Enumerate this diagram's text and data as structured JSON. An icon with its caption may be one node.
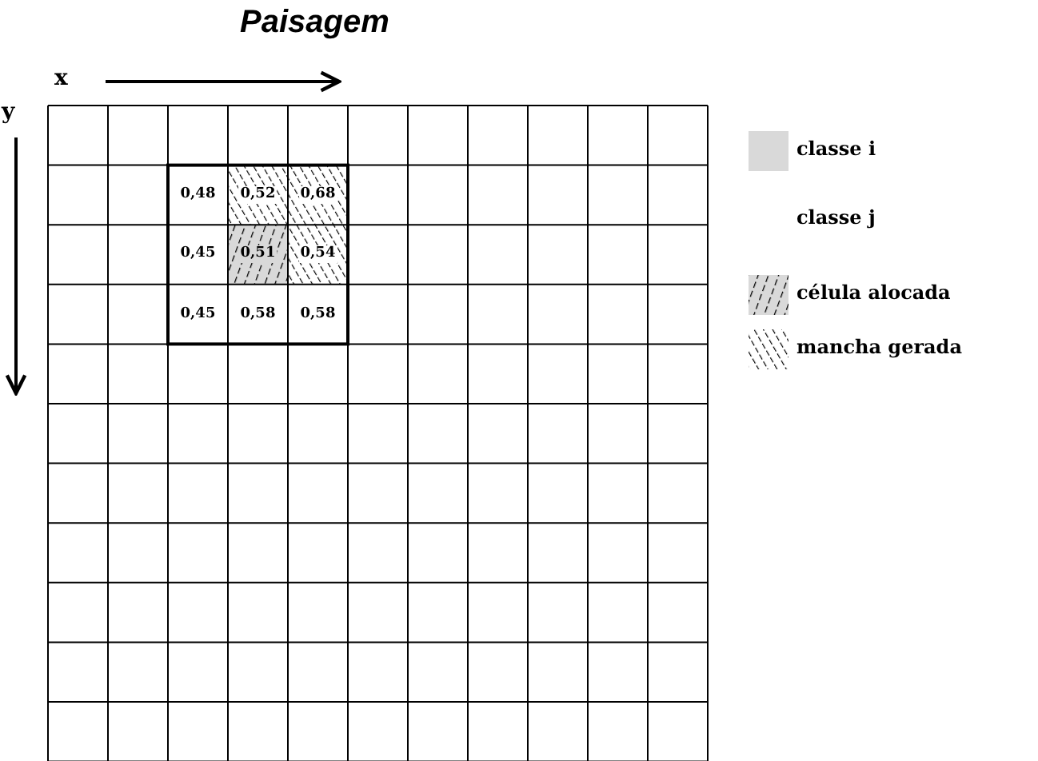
{
  "diagram": {
    "title": "Paisagem",
    "labels": [
      "x",
      "y",
      "0,48",
      "0,52",
      "0,68",
      "0,45",
      "0,51",
      "0,54",
      "0,45",
      "0,58",
      "0,58"
    ],
    "legend": [
      {
        "text": "classe i",
        "color": "#d9d9d9"
      },
      {
        "text": "classe j",
        "color": "#ffffff"
      },
      {
        "text": "célula alocada"
      },
      {
        "text": "mancha gerada"
      }
    ]
  }
}
